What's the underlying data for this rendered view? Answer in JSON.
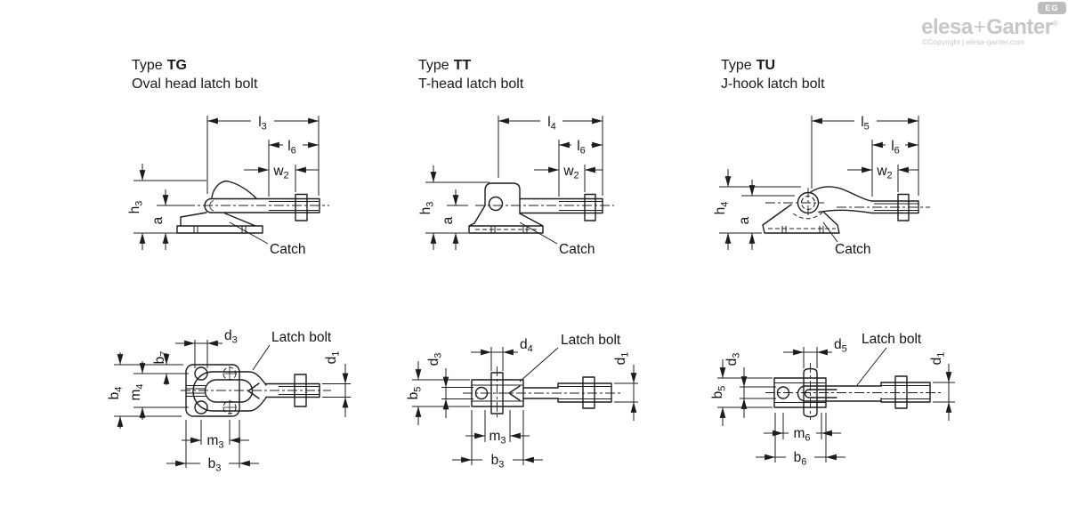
{
  "logo": {
    "brand_left": "elesa",
    "brand_plus": "+",
    "brand_right": "Ganter",
    "registered": "®",
    "badge": "EG",
    "copyright": "©Copyright | elesa-ganter.com"
  },
  "columns": [
    {
      "type_prefix": "Type",
      "type_code": "TG",
      "subtitle": "Oval head latch bolt"
    },
    {
      "type_prefix": "Type",
      "type_code": "TT",
      "subtitle": "T-head latch bolt"
    },
    {
      "type_prefix": "Type",
      "type_code": "TU",
      "subtitle": "J-hook latch bolt"
    }
  ],
  "labels": {
    "catch": "Catch",
    "latch_bolt": "Latch bolt",
    "l3": {
      "m": "l",
      "s": "3"
    },
    "l4": {
      "m": "l",
      "s": "4"
    },
    "l5": {
      "m": "l",
      "s": "5"
    },
    "l6": {
      "m": "l",
      "s": "6"
    },
    "w2": {
      "m": "w",
      "s": "2"
    },
    "h3": {
      "m": "h",
      "s": "3"
    },
    "h4": {
      "m": "h",
      "s": "4"
    },
    "a": {
      "m": "a",
      "s": ""
    },
    "d1": {
      "m": "d",
      "s": "1"
    },
    "d3": {
      "m": "d",
      "s": "3"
    },
    "d4": {
      "m": "d",
      "s": "4"
    },
    "d5": {
      "m": "d",
      "s": "5"
    },
    "b3": {
      "m": "b",
      "s": "3"
    },
    "b4": {
      "m": "b",
      "s": "4"
    },
    "b5": {
      "m": "b",
      "s": "5"
    },
    "b6": {
      "m": "b",
      "s": "6"
    },
    "b7": {
      "m": "b",
      "s": "7"
    },
    "m3": {
      "m": "m",
      "s": "3"
    },
    "m4": {
      "m": "m",
      "s": "4"
    },
    "m6": {
      "m": "m",
      "s": "6"
    }
  },
  "colors": {
    "line": "#1c1c1c",
    "logo_gray": "#c7c7c7"
  }
}
